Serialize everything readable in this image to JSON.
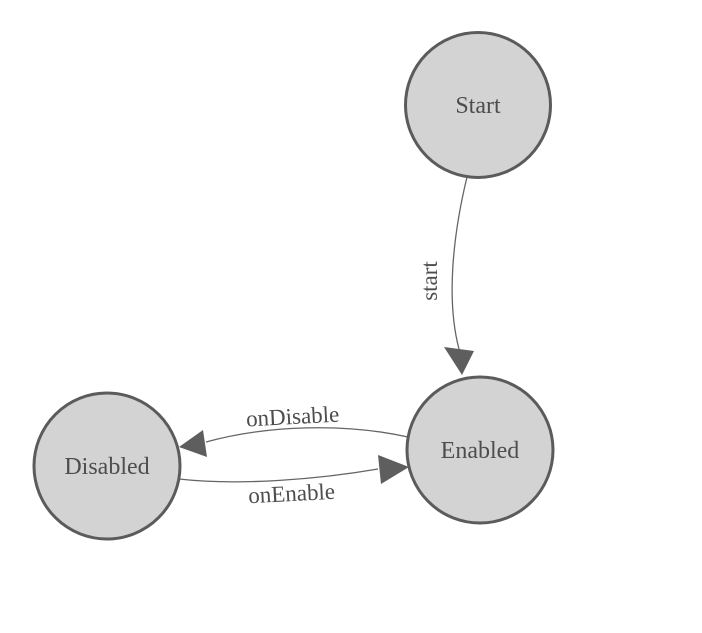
{
  "diagram": {
    "kind": "state-machine",
    "nodes": [
      {
        "id": "start",
        "label": "Start"
      },
      {
        "id": "enabled",
        "label": "Enabled"
      },
      {
        "id": "disabled",
        "label": "Disabled"
      }
    ],
    "edges": [
      {
        "from": "Start",
        "to": "Enabled",
        "label": "start"
      },
      {
        "from": "Enabled",
        "to": "Disabled",
        "label": "onDisable"
      },
      {
        "from": "Disabled",
        "to": "Enabled",
        "label": "onEnable"
      }
    ],
    "colors": {
      "background": "#ffffff",
      "node_fill": "#d3d3d3",
      "node_border": "#5b5b5b",
      "edge_line": "#656565",
      "arrowhead": "#5e5e5e",
      "label_text": "#4d4d4d"
    }
  }
}
